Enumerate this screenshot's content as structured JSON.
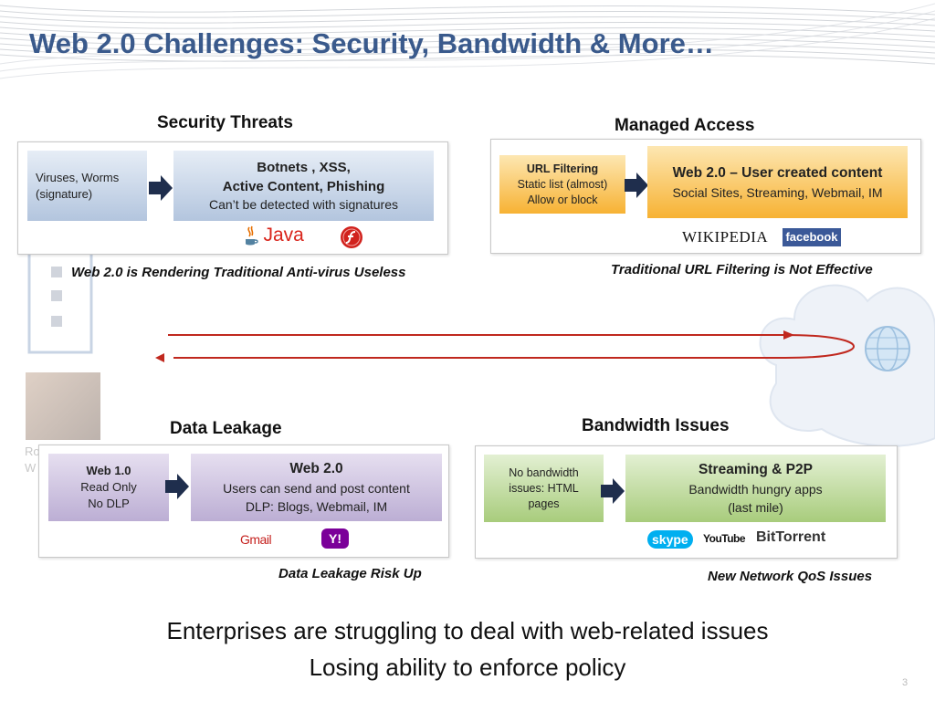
{
  "title": "Web 2.0 Challenges: Security, Bandwidth & More…",
  "security": {
    "heading": "Security Threats",
    "left_lines": [
      "Viruses, Worms",
      "(signature)"
    ],
    "right_title1": "Botnets , XSS,",
    "right_title2": "Active Content, Phishing",
    "right_sub": "Can’t be detected with signatures",
    "logo_java": "Java",
    "caption": "Web 2.0 is Rendering Traditional Anti-virus Useless"
  },
  "managed": {
    "heading": "Managed Access",
    "left_title": "URL Filtering",
    "left_lines": [
      "Static list (almost)",
      "Allow or block"
    ],
    "right_title": "Web 2.0 – User created content",
    "right_sub": "Social Sites, Streaming, Webmail, IM",
    "logo_wikipedia": "WIKIPEDIA",
    "logo_facebook": "facebook",
    "caption": "Traditional URL Filtering is Not Effective"
  },
  "leakage": {
    "heading": "Data Leakage",
    "left_title": "Web 1.0",
    "left_lines": [
      "Read Only",
      "No DLP"
    ],
    "right_title": "Web 2.0",
    "right_lines": [
      "Users can send and post content",
      "DLP: Blogs, Webmail, IM"
    ],
    "logo_gmail": "Gmail",
    "logo_yahoo": "Y!",
    "caption": "Data Leakage Risk Up"
  },
  "bandwidth": {
    "heading": "Bandwidth Issues",
    "left_lines": [
      "No bandwidth",
      "issues: HTML",
      "pages"
    ],
    "right_title": "Streaming & P2P",
    "right_lines": [
      "Bandwidth hungry apps",
      "(last mile)"
    ],
    "logo_skype": "skype",
    "logo_youtube": "YouTube",
    "logo_bittorrent": "BitTorrent",
    "caption": "New Network QoS Issues"
  },
  "background_partial": [
    "Ro",
    "W"
  ],
  "bottom_line1": "Enterprises are struggling to deal with web-related issues",
  "bottom_line2": "Losing ability to enforce policy",
  "page_number": "3",
  "colors": {
    "title": "#3a5a8c",
    "arrow_red": "#c0281e",
    "arrow_navy": "#1f2e4d"
  }
}
